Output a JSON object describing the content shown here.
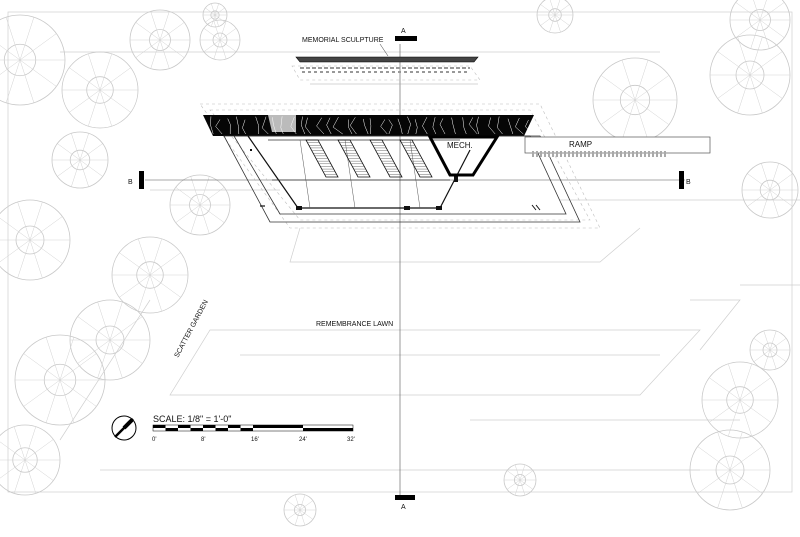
{
  "labels": {
    "memorial_sculpture": "MEMORIAL SCULPTURE",
    "mech": "MECH.",
    "ramp": "RAMP",
    "remembrance_lawn": "REMEMBRANCE LAWN",
    "scatter_garden": "SCATTER GARDEN"
  },
  "section_markers": {
    "a_top": "A",
    "a_bottom": "A",
    "b_left": "B",
    "b_right": "B"
  },
  "scale": {
    "title": "SCALE: 1/8\" = 1'-0\"",
    "ticks": [
      "0'",
      "8'",
      "16'",
      "24'",
      "32'"
    ]
  },
  "icons": [
    "north-arrow-icon",
    "tree-symbol-icon",
    "section-marker-icon"
  ],
  "colors": {
    "linework": "#111111",
    "context": "#cfcfcf",
    "fill": "#000000",
    "background": "#ffffff"
  }
}
